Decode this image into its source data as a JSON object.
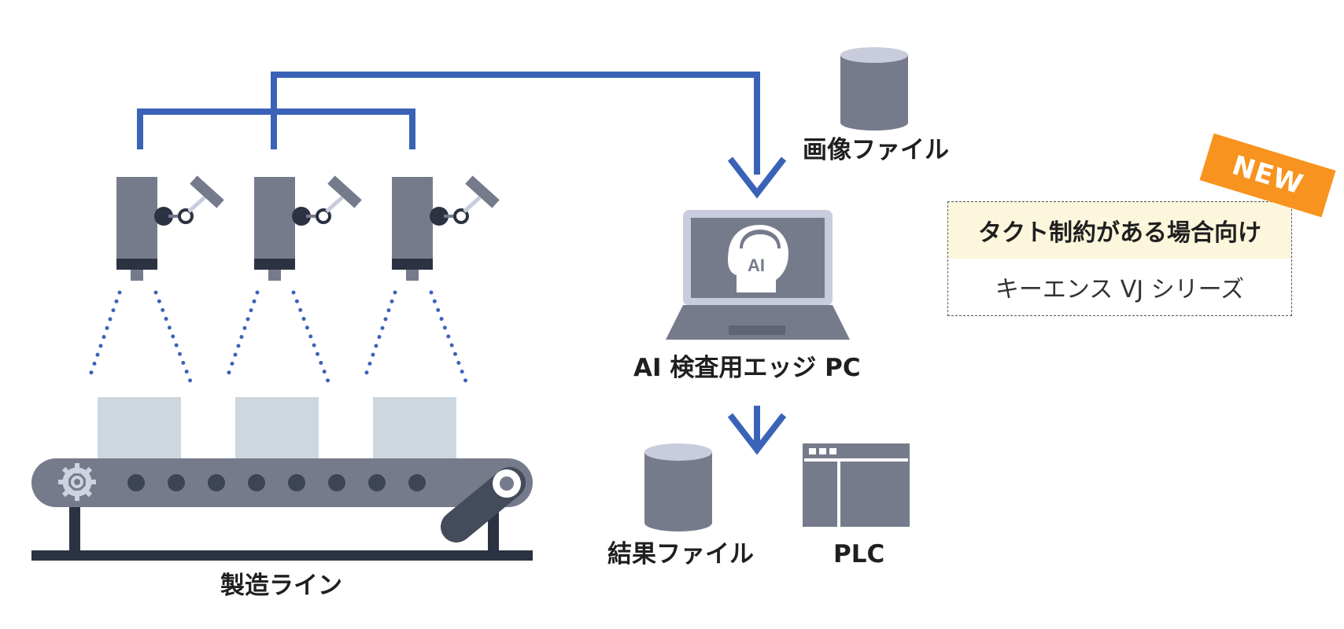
{
  "labels": {
    "image_file": "画像ファイル",
    "edge_pc": "AI 検査用エッジ PC",
    "ai_badge": "AI",
    "result_file": "結果ファイル",
    "plc": "PLC",
    "production_line": "製造ライン"
  },
  "spec": {
    "heading": "タクト制約がある場合向け",
    "product": "キーエンス VJ シリーズ",
    "badge": "NEW"
  },
  "colors": {
    "flow_blue": "#3a63b8",
    "device_gray": "#767b8c",
    "dark_navy": "#2b3342",
    "badge_orange": "#f7931e",
    "highlight_cream": "#fbf6dc",
    "product_box": "#cdd7e0"
  },
  "icons": [
    "camera-icon",
    "database-icon",
    "laptop-icon",
    "ai-head-icon",
    "plc-window-icon",
    "gear-icon",
    "conveyor-icon"
  ]
}
